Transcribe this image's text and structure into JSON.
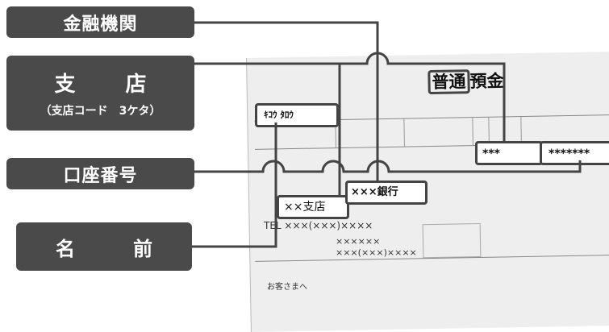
{
  "labels": {
    "bank": "金融機関",
    "branch": "支　店",
    "branch_sub": "（支店コード　3ケタ）",
    "account": "口座番号",
    "name": "名　前"
  },
  "document": {
    "title_boxed": "普通",
    "title_rest": "預金",
    "name_value": "ｷｺｳ ﾀﾛｳ",
    "branch_value": "××支店",
    "bank_value": "×××銀行",
    "branch_code_value": "***",
    "account_value": "*******",
    "tel": "TEL ×××(×××)××××",
    "address_line1": "××××××",
    "address_line2": "×××(×××)××××",
    "customer_heading": "お客さまへ"
  },
  "colors": {
    "label_bg": "#4a4a4a",
    "line": "#444444",
    "document_bg": "#eeeeee"
  }
}
